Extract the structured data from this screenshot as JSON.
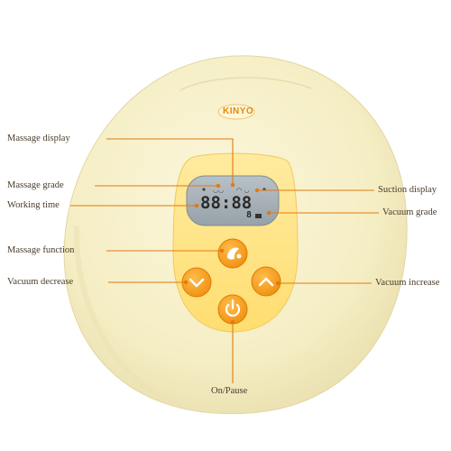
{
  "brand": "KINYO",
  "display": {
    "time": "88:88",
    "level": "8"
  },
  "labels": {
    "massage_display": "Massage display",
    "massage_grade": "Massage grade",
    "working_time": "Working time",
    "massage_function": "Massage function",
    "vacuum_decrease": "Vacuum decrease",
    "on_pause": "On/Pause",
    "suction_display": "Suction display",
    "vacuum_grade": "Vacuum grade",
    "vacuum_increase": "Vacuum increase"
  },
  "colors": {
    "body": "#f7f0c8",
    "panel": "#ffe68a",
    "button": "#f5a623",
    "leader": "#e07a10",
    "lcd": "#a9b3ba"
  },
  "icons": [
    "massage-icon",
    "chevron-down-icon",
    "chevron-up-icon",
    "power-icon"
  ]
}
